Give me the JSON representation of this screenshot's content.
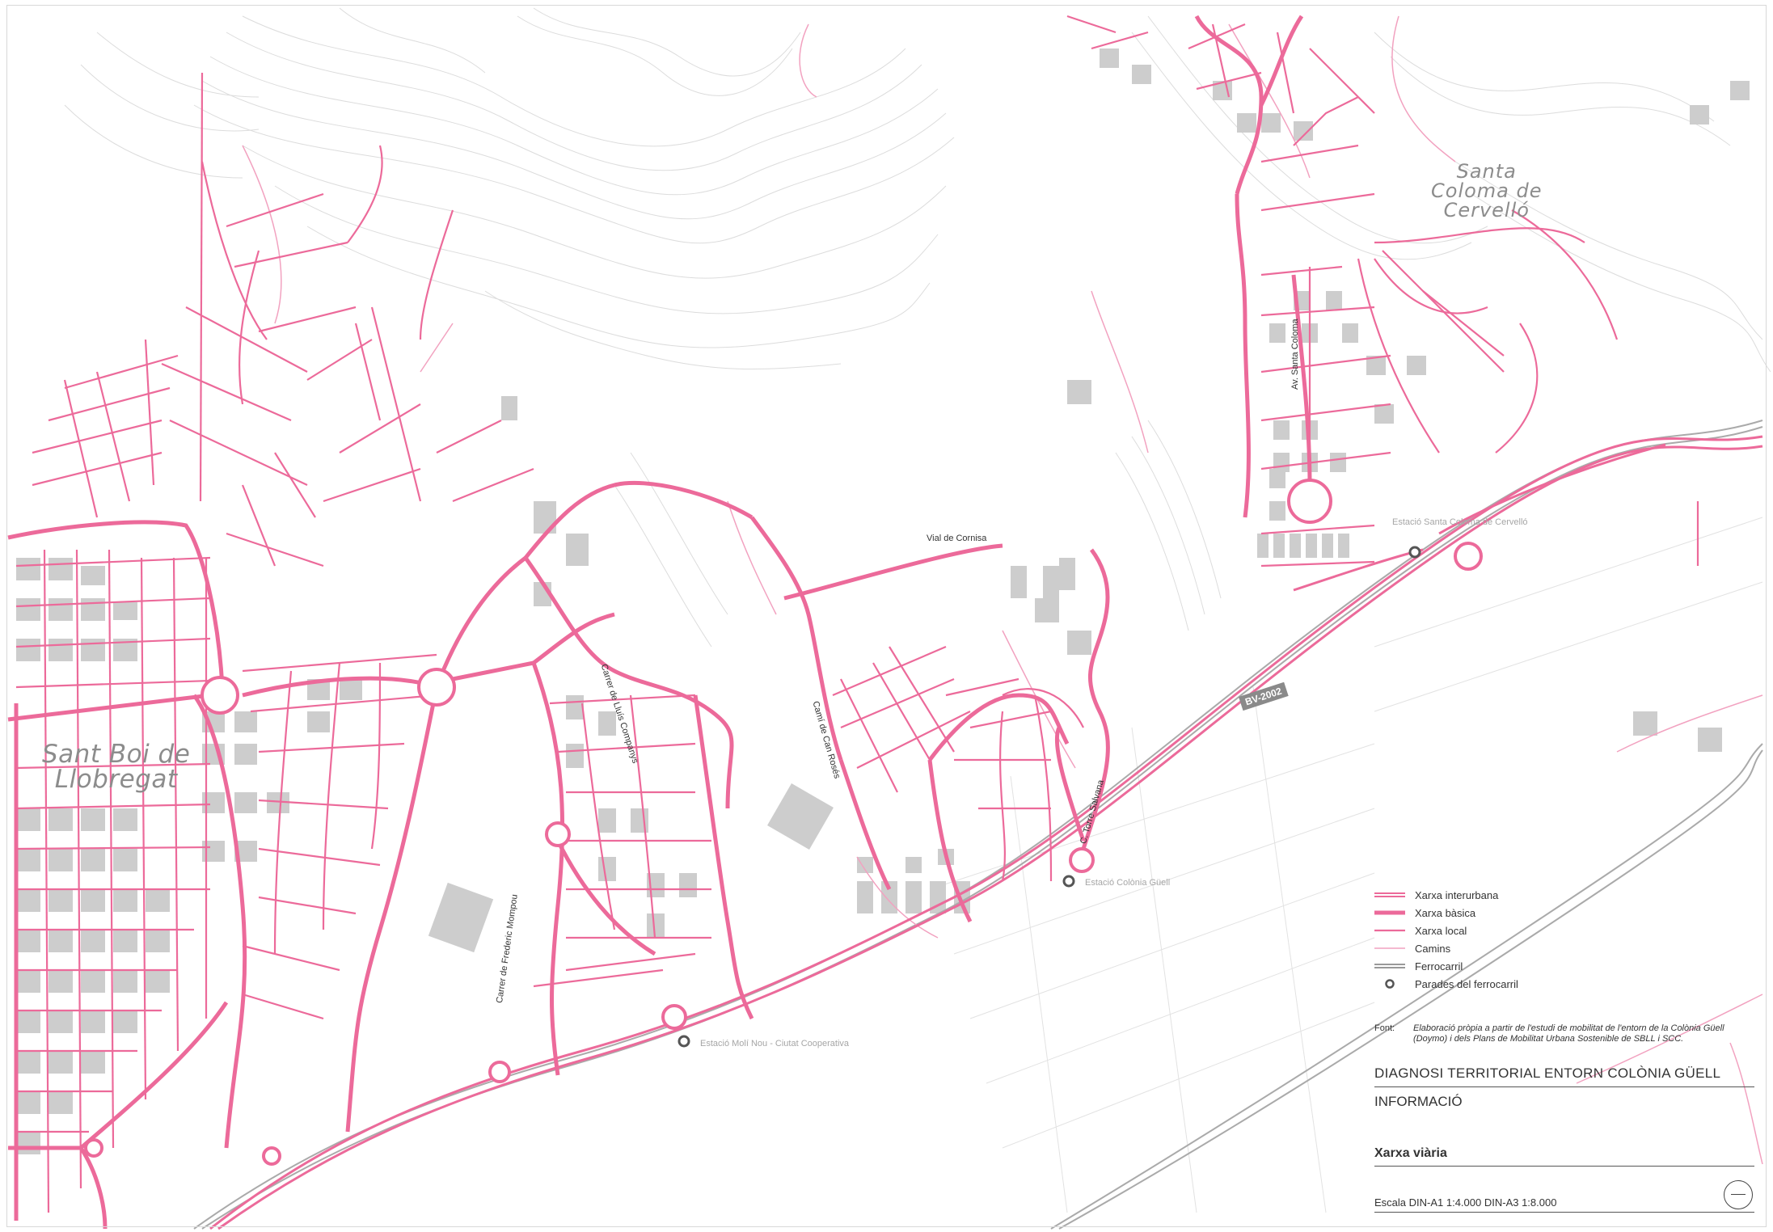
{
  "map": {
    "towns": [
      {
        "name": "Sant Boi de",
        "name2": "Llobregat"
      },
      {
        "name": "Santa",
        "name2": "Coloma de",
        "name3": "Cervelló"
      }
    ],
    "streets": [
      "Vial de Cornisa",
      "Carrer de Lluís Companys",
      "Camí de Can Rosés",
      "Av. Santa Coloma",
      "C. Torre Salvana",
      "Carrer de Frederic Mompou"
    ],
    "road_badge": "BV-2002",
    "stations": [
      "Estació Santa Coloma de Cervelló",
      "Estació Colònia Güell",
      "Estació Molí Nou - Ciutat Cooperativa"
    ],
    "colors": {
      "road": "#ec6a9a",
      "road_light": "#f2a2c0",
      "rail": "#aaaaaa",
      "contour": "#dcdcdc",
      "building": "#c8c8c8"
    }
  },
  "legend": {
    "items": [
      {
        "label": "Xarxa interurbana",
        "icon": "double-pink-line-icon"
      },
      {
        "label": "Xarxa bàsica",
        "icon": "thick-pink-line-icon"
      },
      {
        "label": "Xarxa local",
        "icon": "thin-pink-line-icon"
      },
      {
        "label": "Camins",
        "icon": "light-pink-line-icon"
      },
      {
        "label": "Ferrocarril",
        "icon": "rail-line-icon"
      },
      {
        "label": "Parades del ferrocarril",
        "icon": "station-circle-icon"
      }
    ]
  },
  "source": {
    "label": "Font:",
    "text": "Elaboració pròpia a partir de l'estudi de mobilitat de l'entorn de la Colònia Güell (Doymo) i dels Plans de Mobilitat Urbana Sostenible de SBLL i SCC."
  },
  "title": {
    "main": "DIAGNOSI TERRITORIAL ENTORN COLÒNIA GÜELL",
    "sub": "INFORMACIÓ",
    "sheet": "Xarxa viària",
    "scale": "Escala   DIN-A1 1:4.000   DIN-A3 1:8.000"
  }
}
